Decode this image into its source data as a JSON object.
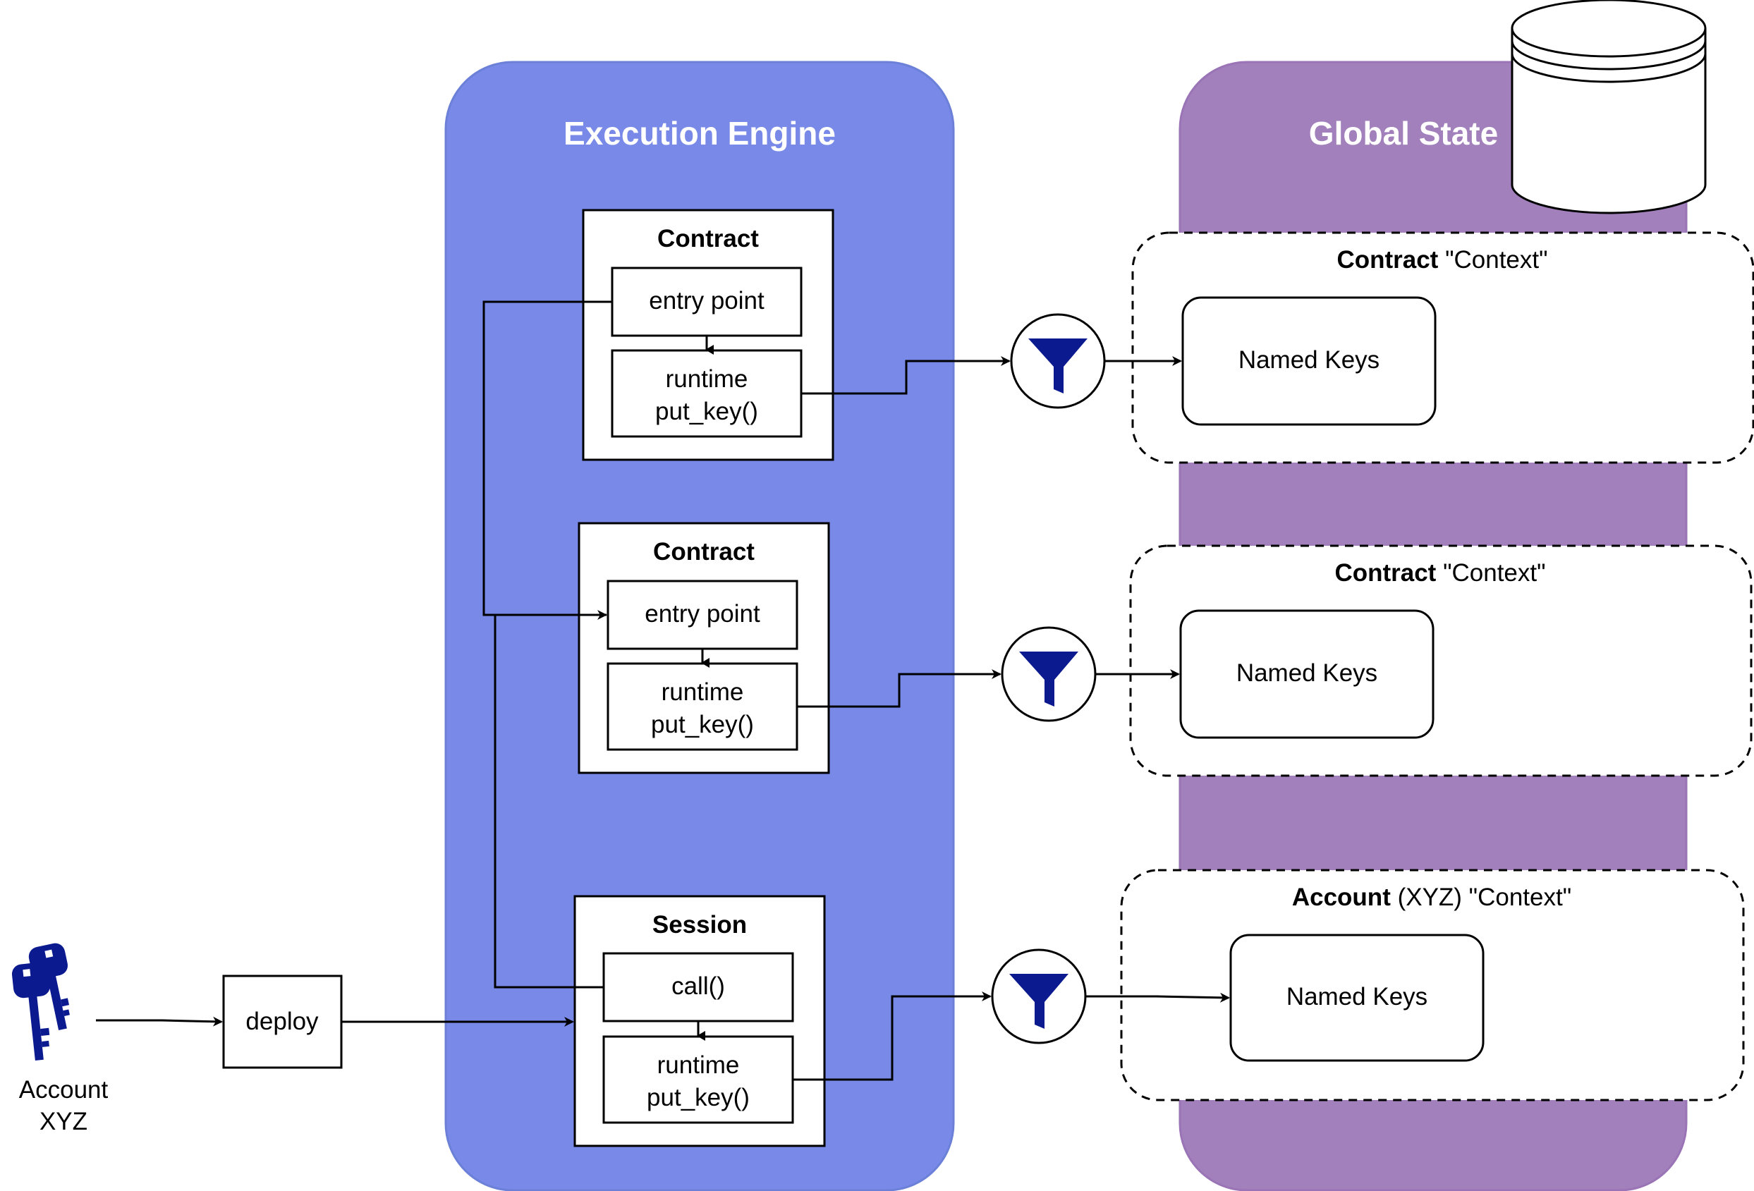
{
  "engine": {
    "title": "Execution Engine",
    "fill": "#7889e8",
    "stroke": "#6c80d8"
  },
  "global_state": {
    "title": "Global State",
    "fill": "#a180bb",
    "stroke": "#9a74b6"
  },
  "account": {
    "label_line1": "Account",
    "label_line2": "XYZ",
    "icon": "keys-icon",
    "icon_color": "#0b1b8f"
  },
  "deploy": {
    "label": "deploy"
  },
  "contract_1": {
    "title": "Contract",
    "entry": "entry point",
    "runtime_line1": "runtime",
    "runtime_line2": "put_key()"
  },
  "contract_2": {
    "title": "Contract",
    "entry": "entry point",
    "runtime_line1": "runtime",
    "runtime_line2": "put_key()"
  },
  "session": {
    "title": "Session",
    "call": "call()",
    "runtime_line1": "runtime",
    "runtime_line2": "put_key()"
  },
  "context_1": {
    "bold": "Contract",
    "rest": " \"Context\"",
    "named_keys": "Named Keys"
  },
  "context_2": {
    "bold": "Contract",
    "rest": " \"Context\"",
    "named_keys": "Named Keys"
  },
  "context_3": {
    "bold": "Account",
    "rest": " (XYZ) \"Context\"",
    "named_keys": "Named Keys"
  },
  "filter": {
    "icon": "filter-icon",
    "color": "#0b1b8f"
  },
  "database": {
    "icon": "database-icon"
  }
}
